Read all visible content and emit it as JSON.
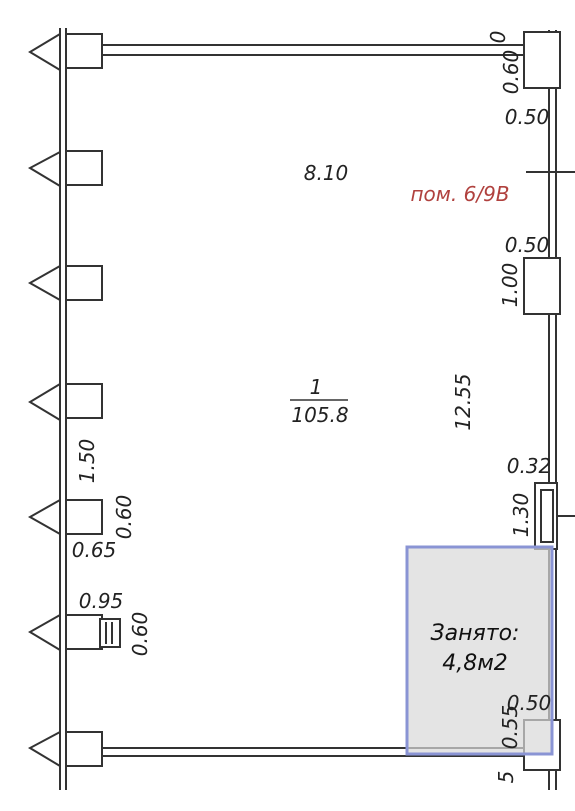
{
  "room": {
    "number": "1",
    "area": "105.8"
  },
  "premise_label": "пом. 6/9В",
  "dims": {
    "top_width": "8.10",
    "right_length": "12.55",
    "top_right_partial": "0",
    "top_right_060": "0.60",
    "right_050_a": "0.50",
    "right_050_b": "0.50",
    "right_100": "1.00",
    "right_032": "0.32",
    "right_130": "1.30",
    "right_050_c": "0.50",
    "right_055": "0.55",
    "bottom_right_partial": "5",
    "left_150": "1.50",
    "left_060_a": "0.60",
    "left_065": "0.65",
    "left_095": "0.95",
    "left_060_b": "0.60"
  },
  "occupied": {
    "line1": "Занято:",
    "line2": "4,8м2"
  },
  "colors": {
    "line": "#333333",
    "premise": "#b0413e",
    "occupied_fill": "#d9d9d9",
    "occupied_border": "#8a94d4"
  }
}
